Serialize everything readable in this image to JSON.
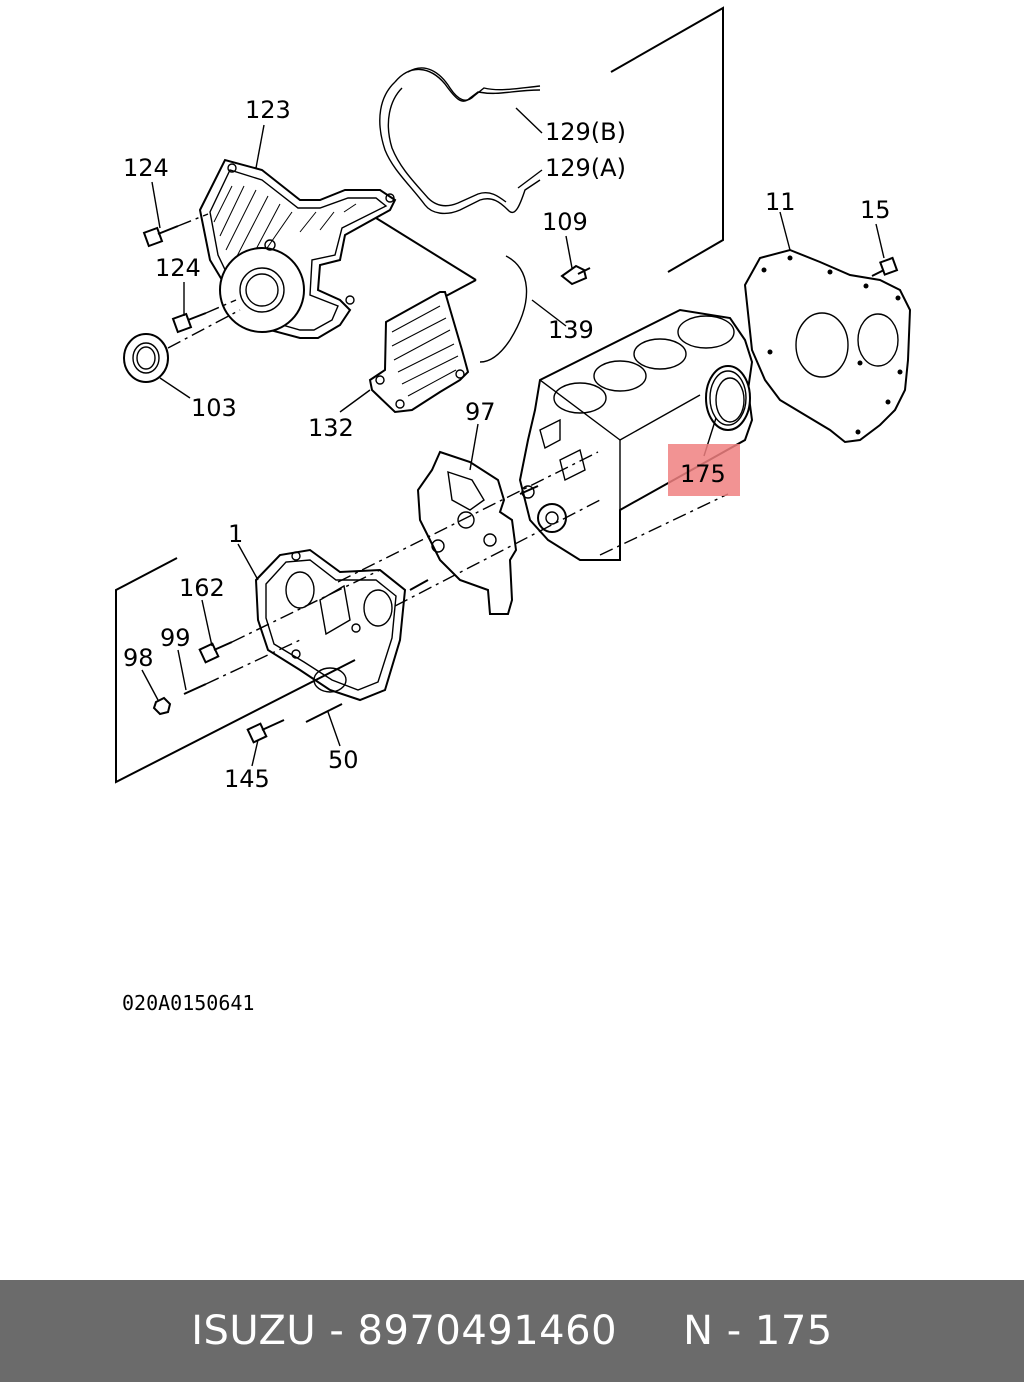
{
  "callouts": {
    "c123": "123",
    "c124a": "124",
    "c124b": "124",
    "c103": "103",
    "c129b": "129(B)",
    "c129a": "129(A)",
    "c109": "109",
    "c139": "139",
    "c132": "132",
    "c97": "97",
    "c11": "11",
    "c15": "15",
    "c175": "175",
    "c1": "1",
    "c162": "162",
    "c99": "99",
    "c98": "98",
    "c145": "145",
    "c50": "50"
  },
  "highlight_color": "#f08080",
  "diagram_code": "020A0150641",
  "footer": {
    "text": "ISUZU - 8970491460     N - 175",
    "background": "#6b6b6b",
    "color": "#ffffff"
  }
}
